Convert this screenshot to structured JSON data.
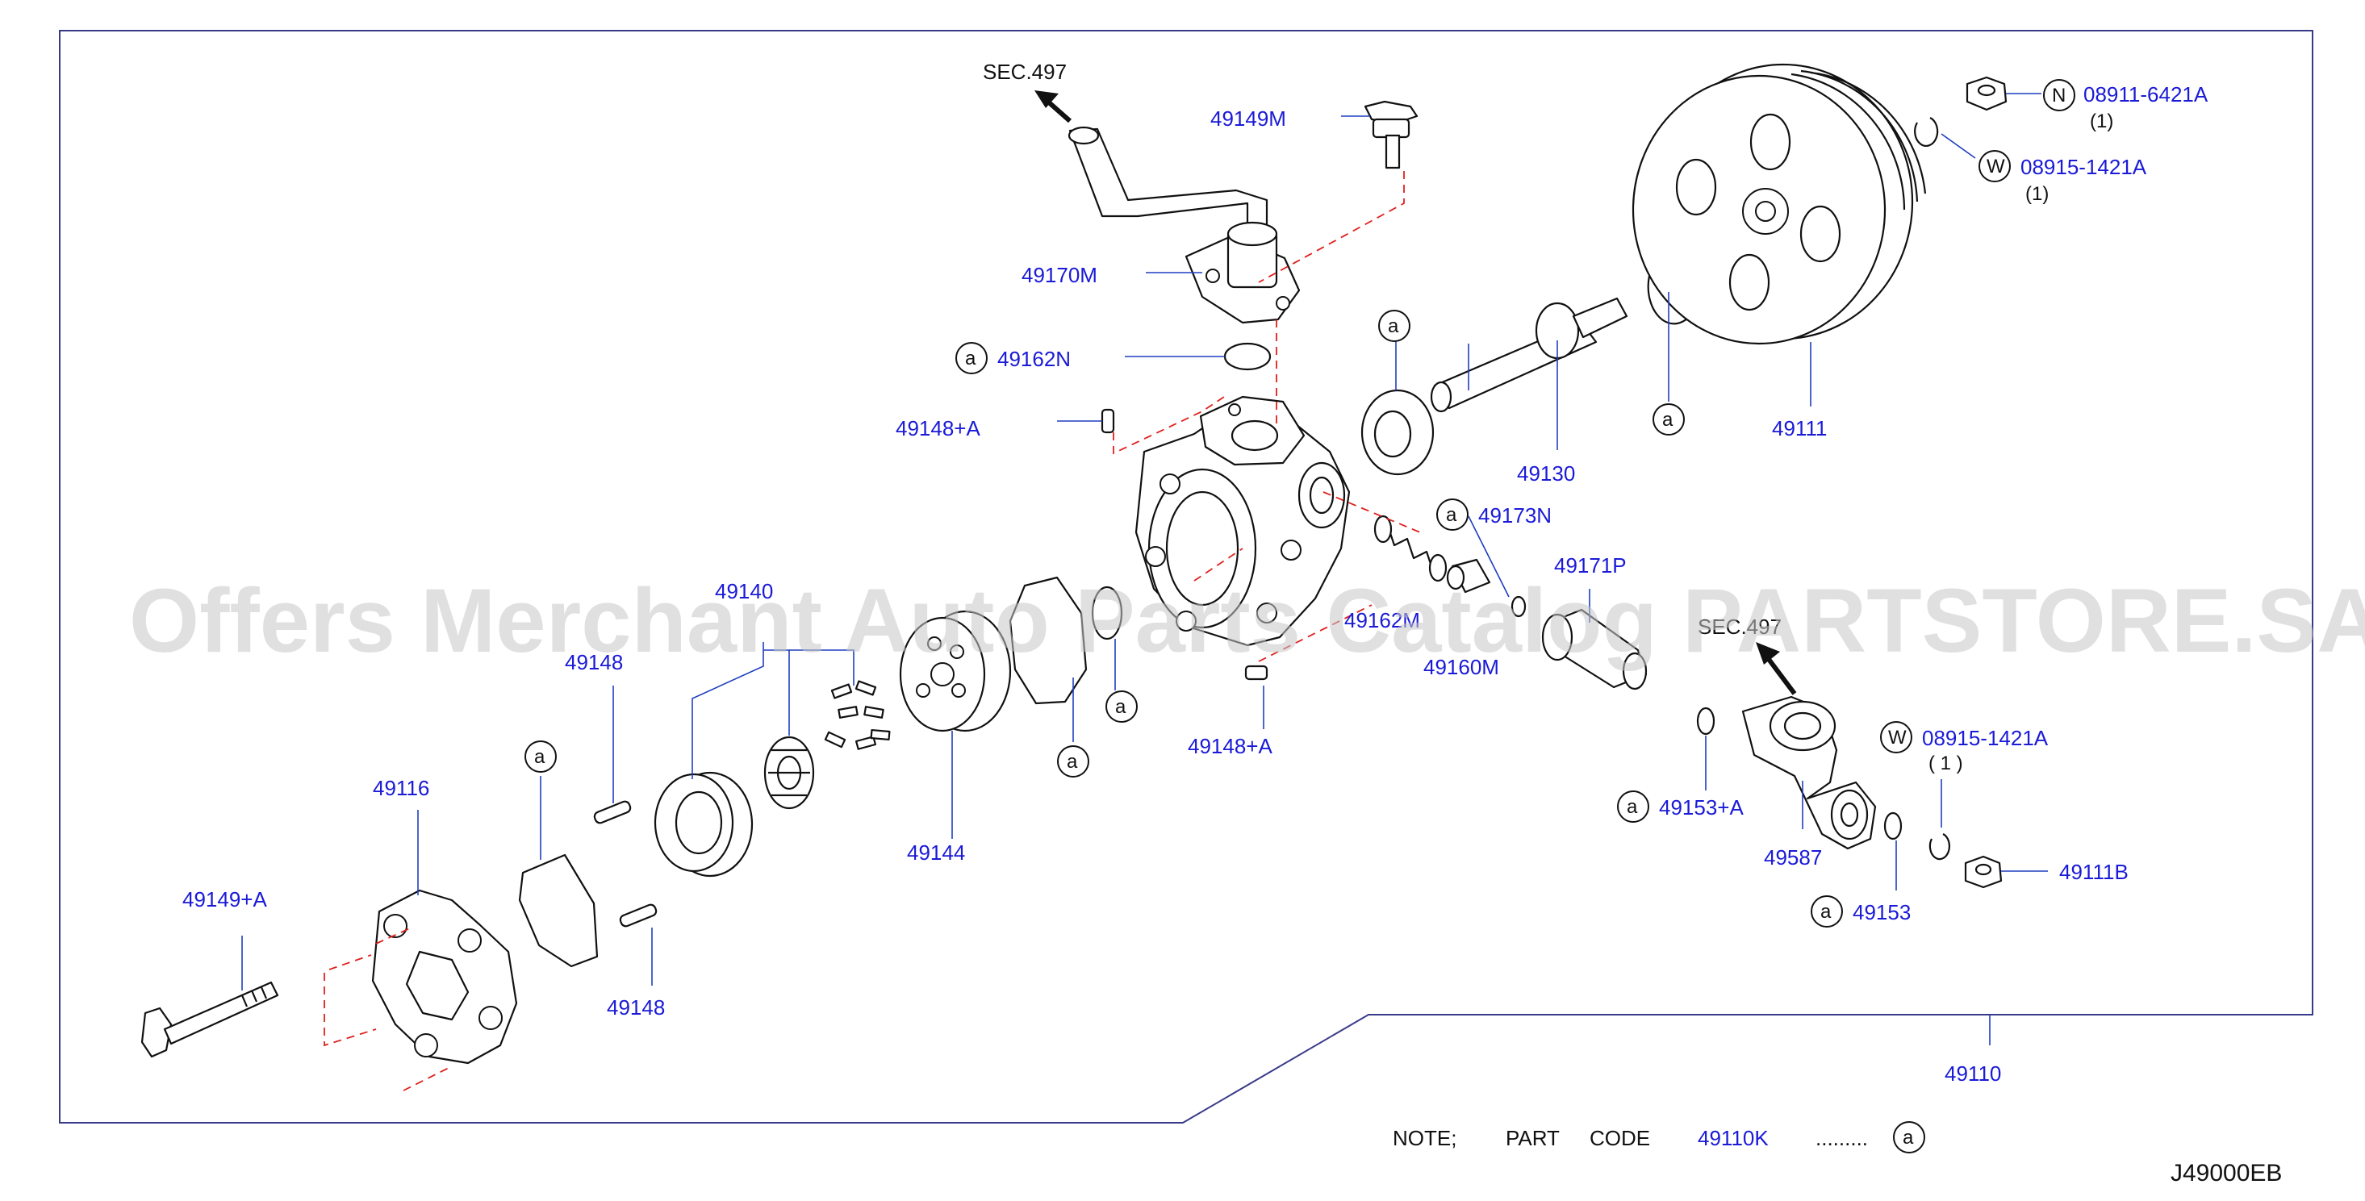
{
  "watermark": "Offers Merchant Auto Parts Catalog PARTSTORE.SA",
  "diagram_code": "J49000EB",
  "note": {
    "prefix": "NOTE;",
    "part": "PART",
    "code": "CODE",
    "part_code": "49110K",
    "dots": ".........",
    "symbol": "a"
  },
  "sec_refs": {
    "upper": "SEC.497",
    "lower": "SEC.497"
  },
  "marker_a": "a",
  "marker_n": "N",
  "marker_w": "W",
  "parts": {
    "p49149M": "49149M",
    "p49170M": "49170M",
    "p49162N": "49162N",
    "p49148A_upper": "49148+A",
    "p49173N": "49173N",
    "p49171P": "49171P",
    "p49162M": "49162M",
    "p49160M": "49160M",
    "p49148A_lower": "49148+A",
    "p49130": "49130",
    "p49111": "49111",
    "n08911": "08911-6421A",
    "n08911_qty": "(1)",
    "w08915_upper": "08915-1421A",
    "w08915_upper_qty": "(1)",
    "p49140": "49140",
    "p49148_upper": "49148",
    "p49148_lower": "49148",
    "p49116": "49116",
    "p49149A": "49149+A",
    "p49144": "49144",
    "p49153A": "49153+A",
    "p49587": "49587",
    "w08915_lower": "08915-1421A",
    "w08915_lower_qty": "( 1 )",
    "p49153": "49153",
    "p49111B": "49111B",
    "p49110": "49110"
  }
}
